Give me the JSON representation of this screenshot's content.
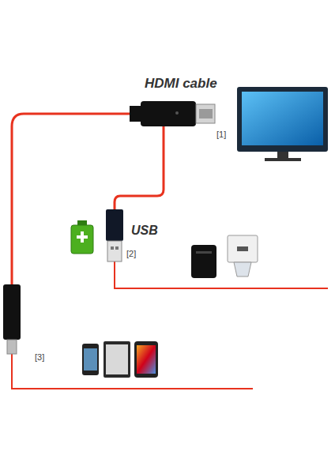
{
  "diagram": {
    "labels": [
      "HDMI cable",
      "[1]",
      "USB",
      "[2]",
      "[3]"
    ]
  }
}
